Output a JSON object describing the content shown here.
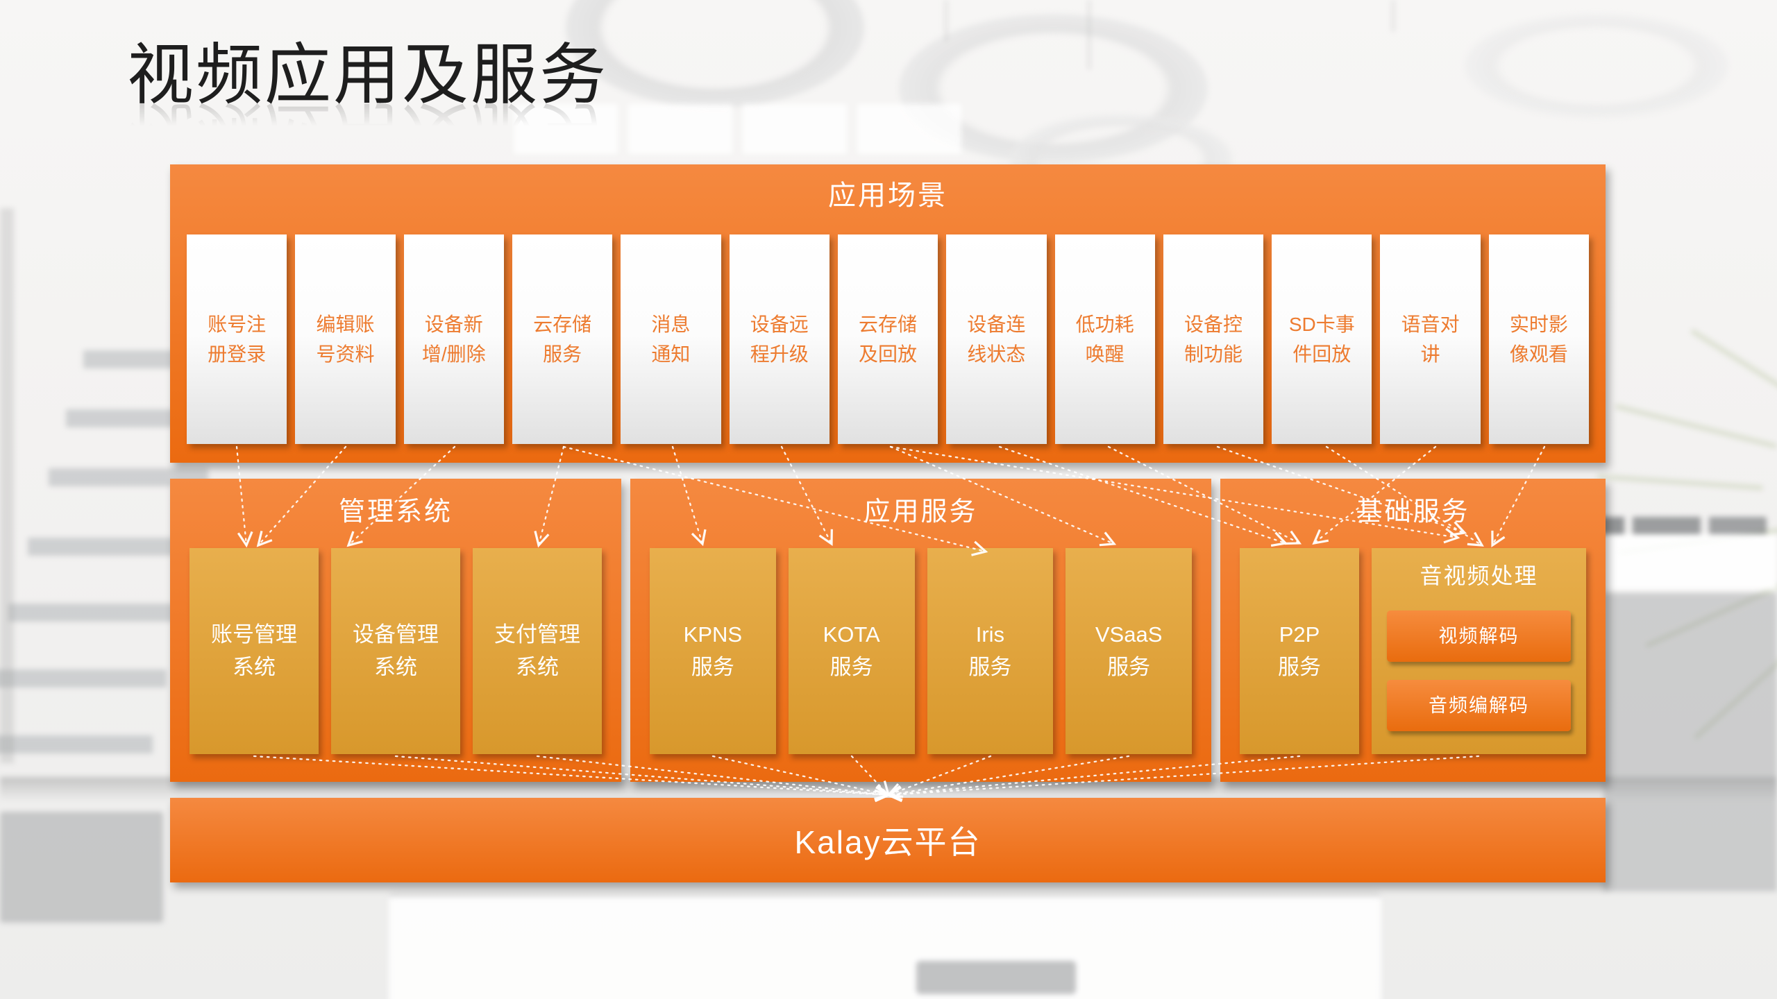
{
  "title": "视频应用及服务",
  "scenes": {
    "header": "应用场景",
    "cards": [
      "账号注\n册登录",
      "编辑账\n号资料",
      "设备新\n增/删除",
      "云存储\n服务",
      "消息\n通知",
      "设备远\n程升级",
      "云存储\n及回放",
      "设备连\n线状态",
      "低功耗\n唤醒",
      "设备控\n制功能",
      "SD卡事\n件回放",
      "语音对\n讲",
      "实时影\n像观看"
    ]
  },
  "management": {
    "header": "管理系统",
    "boxes": [
      "账号管理\n系统",
      "设备管理\n系统",
      "支付管理\n系统"
    ]
  },
  "app_services": {
    "header": "应用服务",
    "boxes": [
      "KPNS\n服务",
      "KOTA\n服务",
      "Iris\n服务",
      "VSaaS\n服务"
    ]
  },
  "base_services": {
    "header": "基础服务",
    "p2p_label": "P2P\n服务",
    "av_header": "音视频处理",
    "av_buttons": [
      "视频解码",
      "音频编解码"
    ]
  },
  "platform_label": "Kalay云平台",
  "colors": {
    "orange_top": "#F58940",
    "orange_bottom": "#EB6A10",
    "gold_top": "#E8AF4D",
    "gold_bottom": "#D8982C",
    "card_text": "#ED7B2F"
  }
}
